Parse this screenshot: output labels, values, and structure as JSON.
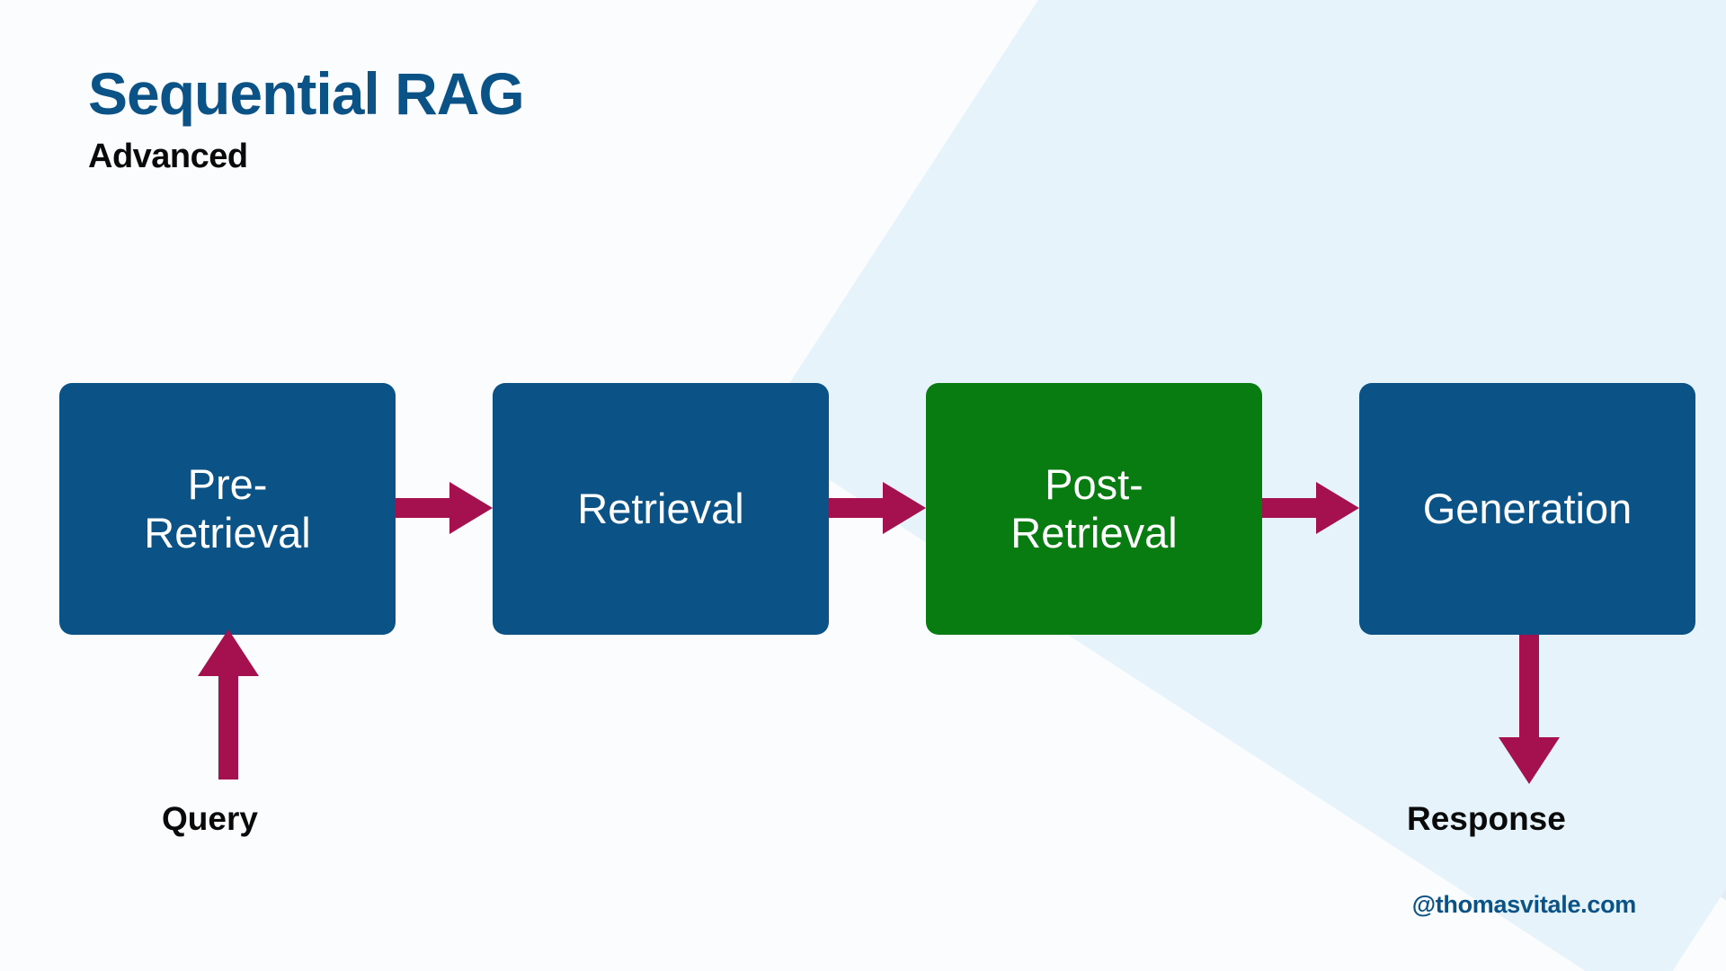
{
  "slide": {
    "title": "Sequential RAG",
    "subtitle": "Advanced",
    "watermark": "@thomasvitale.com",
    "background_color": "#fbfcfd",
    "accent_blue": "#0b5386",
    "accent_green": "#087c11",
    "arrow_color": "#a5114f",
    "text_dark": "#0a0a0a"
  },
  "diagram": {
    "type": "flow",
    "orientation": "left-to-right",
    "nodes": [
      {
        "id": "pre-retrieval",
        "label": "Pre-\nRetrieval",
        "color": "#0b5386",
        "highlighted": false
      },
      {
        "id": "retrieval",
        "label": "Retrieval",
        "color": "#0b5386",
        "highlighted": false
      },
      {
        "id": "post-retrieval",
        "label": "Post-\nRetrieval",
        "color": "#087c11",
        "highlighted": true
      },
      {
        "id": "generation",
        "label": "Generation",
        "color": "#0b5386",
        "highlighted": false
      }
    ],
    "edges": [
      {
        "from": "query",
        "to": "pre-retrieval",
        "direction": "up"
      },
      {
        "from": "pre-retrieval",
        "to": "retrieval",
        "direction": "right"
      },
      {
        "from": "retrieval",
        "to": "post-retrieval",
        "direction": "right"
      },
      {
        "from": "post-retrieval",
        "to": "generation",
        "direction": "right"
      },
      {
        "from": "generation",
        "to": "response",
        "direction": "down"
      }
    ],
    "endpoints": [
      {
        "id": "query",
        "label": "Query"
      },
      {
        "id": "response",
        "label": "Response"
      }
    ]
  }
}
